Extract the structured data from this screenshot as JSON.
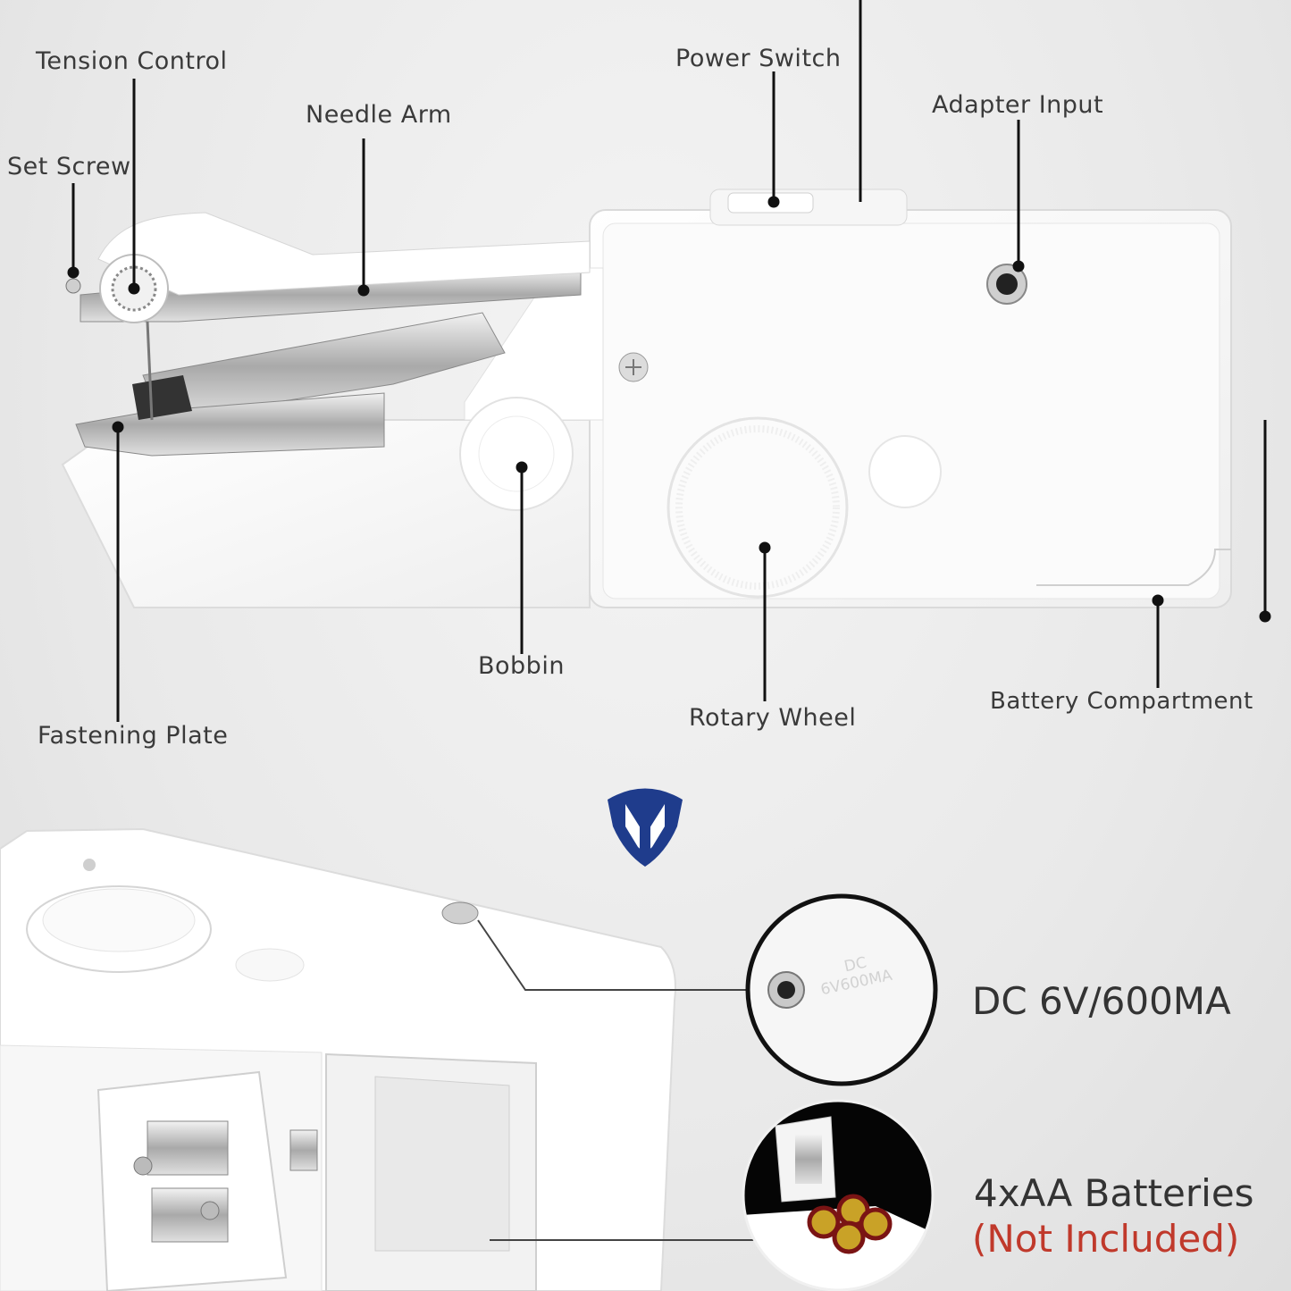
{
  "labels": {
    "tension_control": "Tension Control",
    "needle_arm": "Needle Arm",
    "set_screw": "Set Screw",
    "power_switch": "Power Switch",
    "adapter_input": "Adapter Input",
    "bobbin": "Bobbin",
    "rotary_wheel": "Rotary Wheel",
    "battery_compartment": "Battery Compartment",
    "fastening_plate": "Fastening Plate"
  },
  "specs": {
    "power": "DC 6V/600MA",
    "batteries": "4xAA Batteries",
    "batteries_note": "(Not Included)"
  },
  "embossed": {
    "dc_text": "DC",
    "dc_rating": "6V600MA"
  },
  "colors": {
    "logo_blue": "#1f3c8c",
    "note_red": "#c0392b"
  }
}
